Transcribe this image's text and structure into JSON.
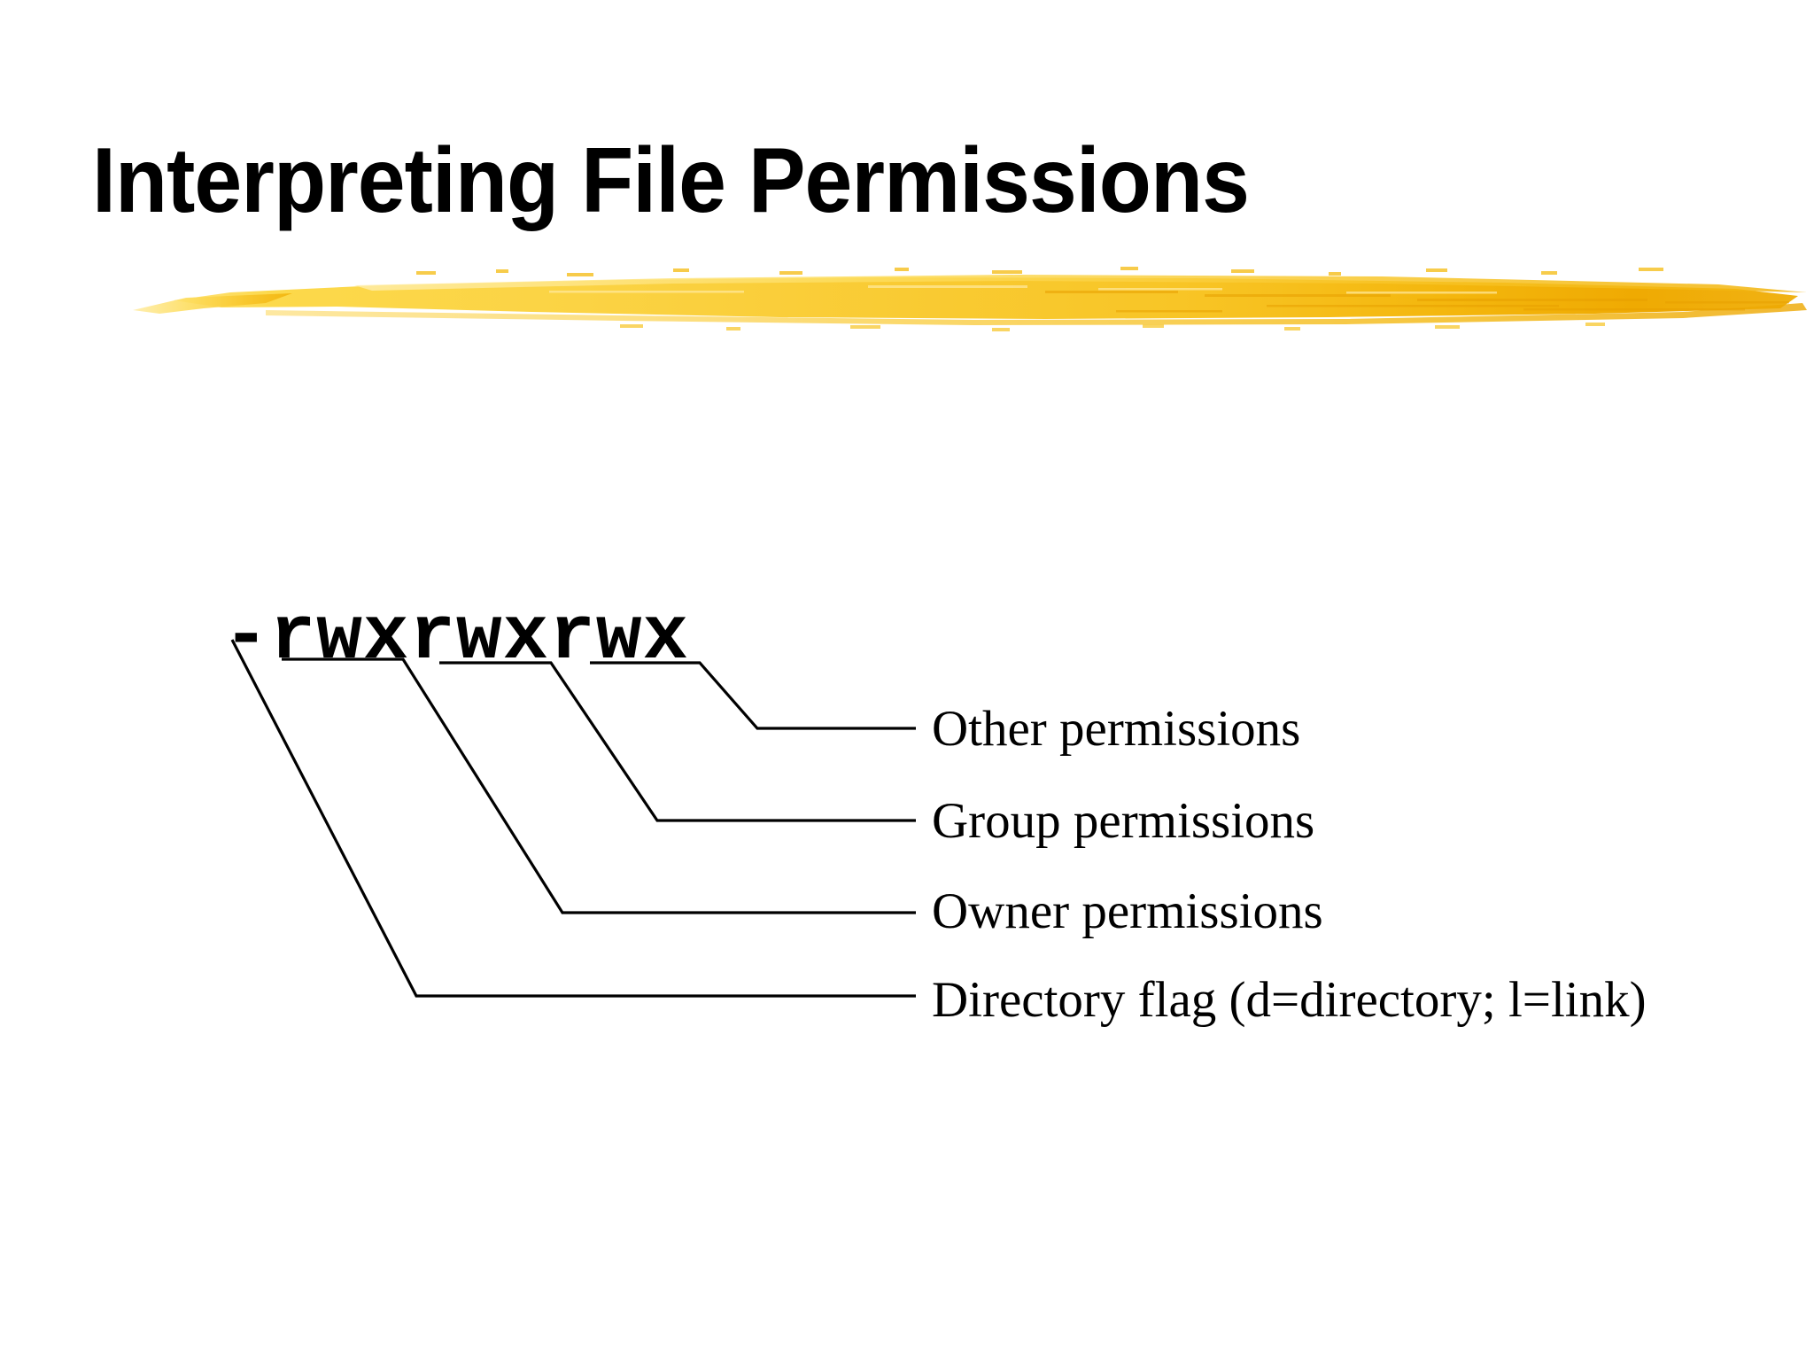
{
  "slide": {
    "title": "Interpreting File Permissions",
    "background_color": "#ffffff",
    "text_color": "#000000",
    "divider": {
      "name": "yellow-brush-stroke",
      "colors": {
        "light": "#FCD94B",
        "mid": "#F9C724",
        "dark": "#EDA400",
        "highlight": "#FFE27A"
      }
    }
  },
  "diagram": {
    "permission_string": "-rwxrwxrwx",
    "callouts": [
      {
        "id": "other",
        "label": "Other permissions"
      },
      {
        "id": "group",
        "label": "Group permissions"
      },
      {
        "id": "owner",
        "label": "Owner permissions"
      },
      {
        "id": "dirflag",
        "label": "Directory flag (d=directory; l=link)"
      }
    ]
  }
}
